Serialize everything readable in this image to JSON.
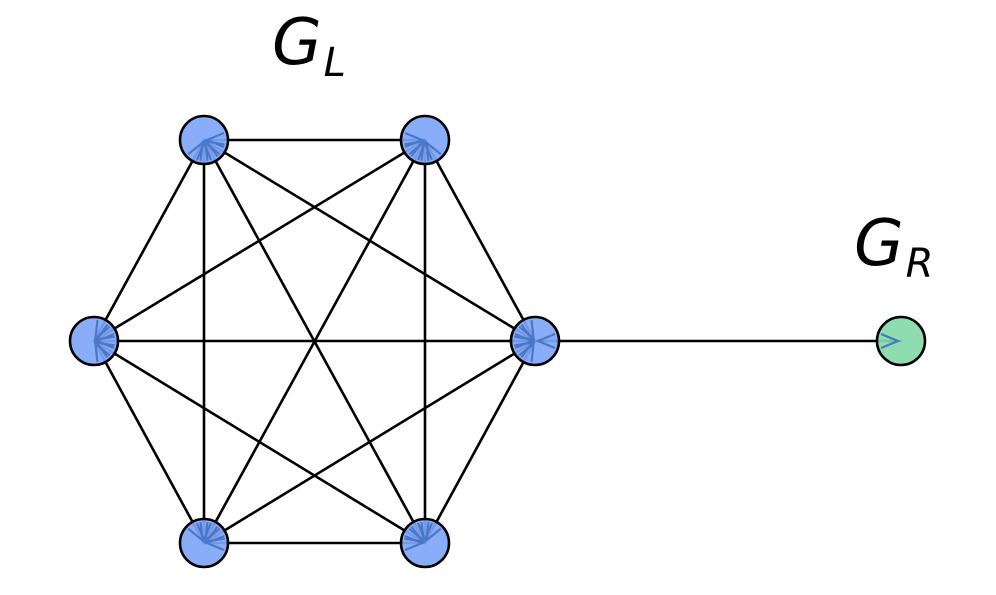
{
  "labels": {
    "left": {
      "main": "G",
      "sub": "L"
    },
    "right": {
      "main": "G",
      "sub": "R"
    }
  },
  "colors": {
    "left_node_fill": "#7fa6f7",
    "right_node_fill": "#86d9a9",
    "edge": "#000000",
    "arrowhead": "#4a78c8"
  },
  "graph": {
    "left_group_nodes": [
      "L1",
      "L2",
      "L3",
      "L4",
      "L5",
      "L6"
    ],
    "right_group_nodes": [
      "R1"
    ],
    "edges": [
      [
        "L1",
        "L2"
      ],
      [
        "L1",
        "L3"
      ],
      [
        "L1",
        "L4"
      ],
      [
        "L1",
        "L5"
      ],
      [
        "L1",
        "L6"
      ],
      [
        "L2",
        "L3"
      ],
      [
        "L2",
        "L4"
      ],
      [
        "L2",
        "L5"
      ],
      [
        "L2",
        "L6"
      ],
      [
        "L3",
        "L4"
      ],
      [
        "L3",
        "L5"
      ],
      [
        "L3",
        "L6"
      ],
      [
        "L4",
        "L5"
      ],
      [
        "L4",
        "L6"
      ],
      [
        "L5",
        "L6"
      ],
      [
        "L4",
        "R1"
      ]
    ]
  }
}
